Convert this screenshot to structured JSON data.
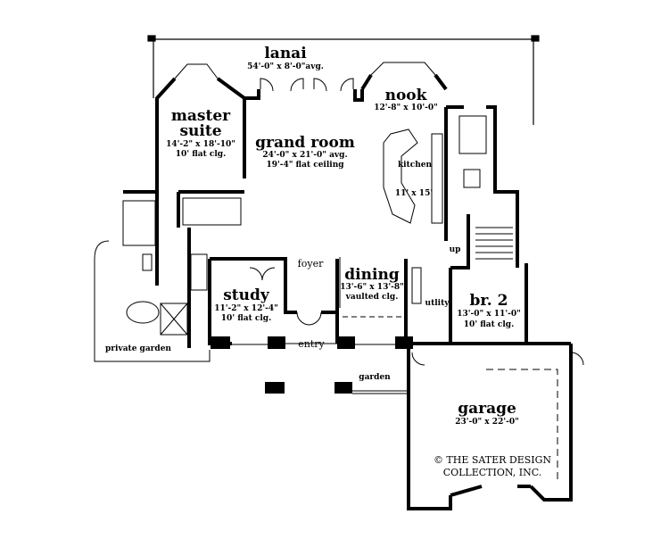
{
  "rooms": {
    "lanai": {
      "name": "lanai",
      "size": "54'-0\" x 8'-0\"avg."
    },
    "master_suite": {
      "name_line1": "master",
      "name_line2": "suite",
      "size": "14'-2\" x 18'-10\"",
      "ceiling": "10' flat clg."
    },
    "grand_room": {
      "name": "grand room",
      "size": "24'-0\" x 21'-0\" avg.",
      "ceiling": "19'-4\" flat ceiling"
    },
    "nook": {
      "name": "nook",
      "size": "12'-8\" x 10'-0\""
    },
    "kitchen": {
      "name": "kitchen",
      "size": "11' x 15'"
    },
    "foyer": {
      "name": "foyer"
    },
    "dining": {
      "name": "dining",
      "size": "13'-6\" x 13'-8\"",
      "ceiling": "vaulted clg."
    },
    "study": {
      "name": "study",
      "size": "11'-2\" x 12'-4\"",
      "ceiling": "10' flat clg."
    },
    "utility": {
      "name": "utlity"
    },
    "br2": {
      "name": "br. 2",
      "size": "13'-0\" x 11'-0\"",
      "ceiling": "10'  flat clg."
    },
    "entry": {
      "name": "entry"
    },
    "private_garden": {
      "name": "private garden"
    },
    "garden": {
      "name": "garden"
    },
    "garage": {
      "name": "garage",
      "size": "23'-0\" x 22'-0\""
    },
    "stairs": {
      "label": "up"
    }
  },
  "copyright": {
    "line1": "© THE SATER DESIGN",
    "line2": "COLLECTION, INC."
  }
}
